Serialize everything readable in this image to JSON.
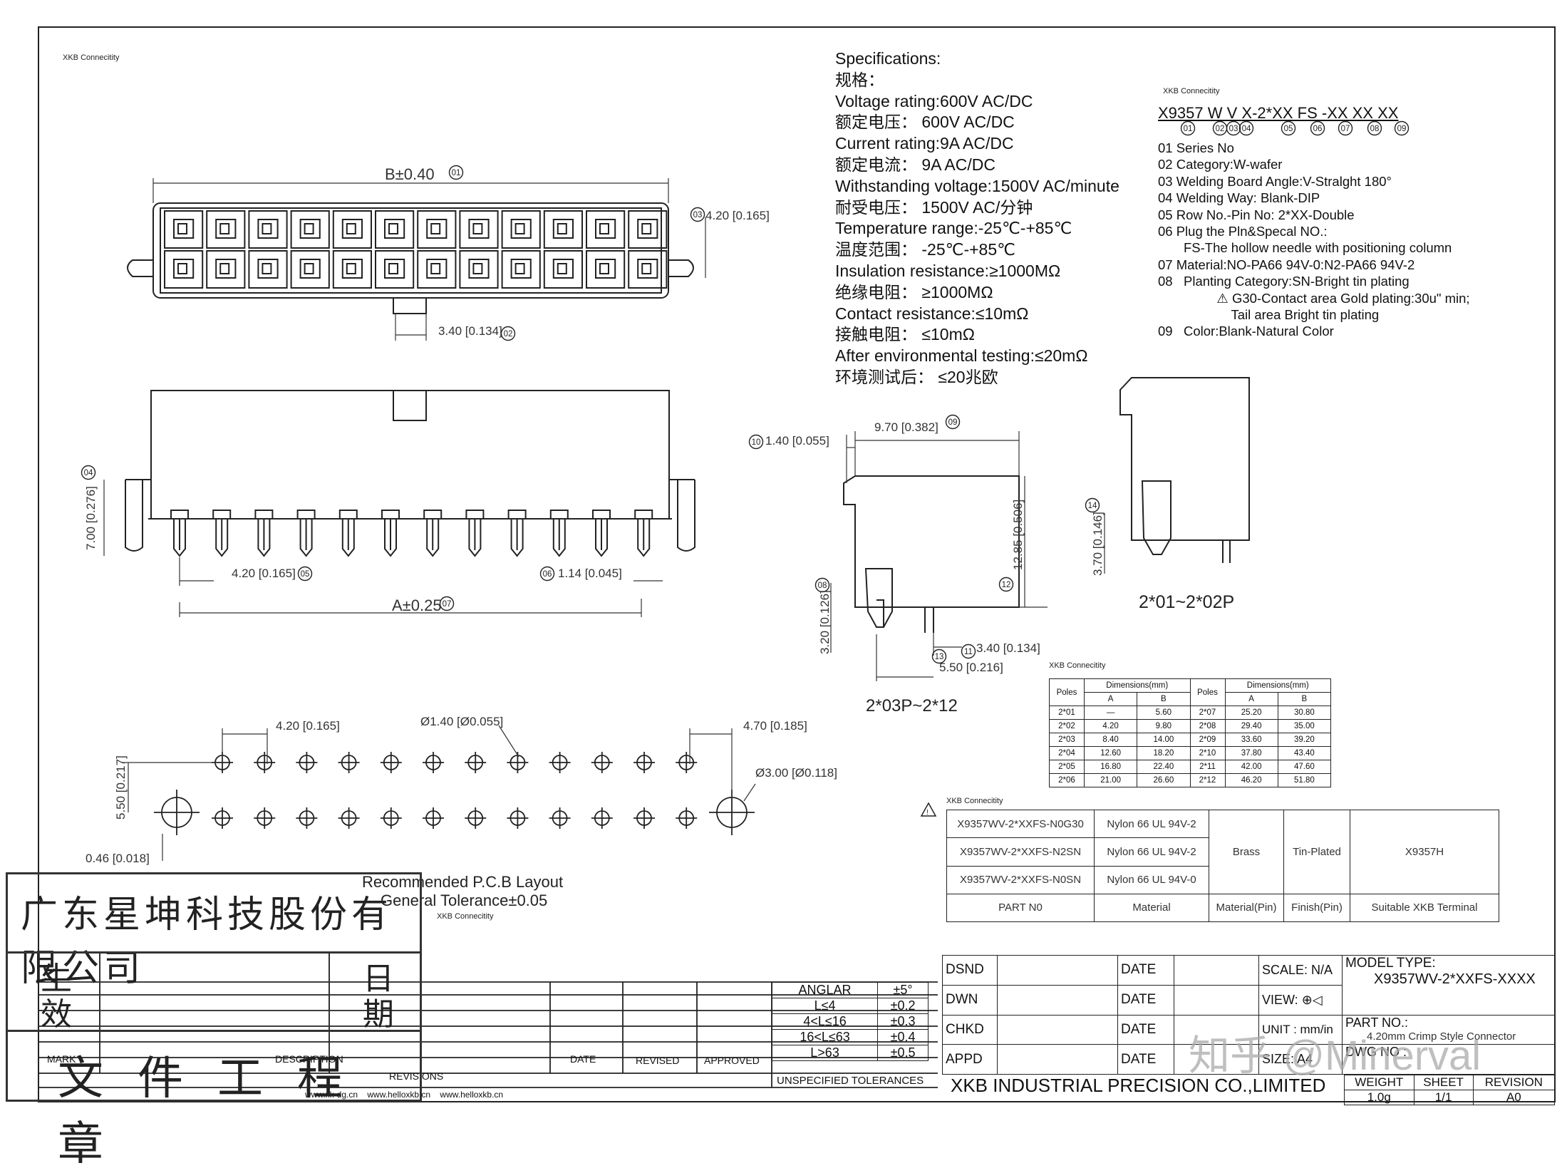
{
  "brand_small": "XKB  Connecitity",
  "specs": {
    "title": "Specifications:",
    "title_cn": "规格：",
    "lines": [
      "Voltage rating:600V AC/DC",
      "额定电压：  600V AC/DC",
      "Current rating:9A AC/DC",
      "额定电流：  9A AC/DC",
      "Withstanding voltage:1500V AC/minute",
      "耐受电压：  1500V AC/分钟",
      "Temperature range:-25℃-+85℃",
      "温度范围：  -25℃-+85℃",
      "Insulation resistance:≥1000MΩ",
      "绝缘电阻：  ≥1000MΩ",
      "Contact resistance:≤10mΩ",
      "接触电阻：  ≤10mΩ",
      "After environmental testing:≤20mΩ",
      "环境测试后：  ≤20兆欧"
    ]
  },
  "part_code": {
    "code": "X9357 W V X-2*XX FS -XX  XX XX",
    "items": [
      "01  Series No",
      "02  Category:W-wafer",
      "03  Welding Board Angle:V-Stralght 180°",
      "04  Welding Way: Blank-DIP",
      "05  Row No.-Pin No: 2*XX-Double",
      "06  Plug the Pln&Specal NO.:",
      "       FS-The hollow needle with positioning column",
      "07  Material:NO-PA66 94V-0:N2-PA66 94V-2",
      "08   Planting Category:SN-Bright tin plating",
      "                ⚠ G30-Contact area Gold plating:30u\" min;",
      "                    Tail area Bright tin plating",
      "09   Color:Blank-Natural Color"
    ]
  },
  "dims": {
    "b": "B±0.40",
    "d03": "4.20 [0.165]",
    "d02": "3.40 [0.134]",
    "d04": "7.00 [0.276]",
    "d05": "4.20 [0.165]",
    "d06": "1.14 [0.045]",
    "a": "A±0.25",
    "d10": "1.40 [0.055]",
    "d09": "9.70 [0.382]",
    "d12": "12.85 [0.506]",
    "d08": "3.20 [0.126]",
    "d11": "3.40 [0.134]",
    "d13": "5.50 [0.216]",
    "d14": "3.70 [0.146]",
    "pcb_pitch": "4.20 [0.165]",
    "pcb_hole": "Ø1.40 [Ø0.055]",
    "pcb_edge": "4.70 [0.185]",
    "pcb_peg": "Ø3.00 [Ø0.118]",
    "pcb_row": "5.50 [0.217]",
    "pcb_off": "0.46 [0.018]"
  },
  "labels": {
    "view_small": "2*01~2*02P",
    "view_side": "2*03P~2*12",
    "pcb_title": "Recommended P.C.B Layout",
    "tolerance": "General Tolerance±0.05"
  },
  "dim_table": {
    "header": [
      "Poles",
      "Dimensions(mm)",
      "A",
      "B"
    ],
    "left": [
      [
        "2*01",
        "—",
        "5.60"
      ],
      [
        "2*02",
        "4.20",
        "9.80"
      ],
      [
        "2*03",
        "8.40",
        "14.00"
      ],
      [
        "2*04",
        "12.60",
        "18.20"
      ],
      [
        "2*05",
        "16.80",
        "22.40"
      ],
      [
        "2*06",
        "21.00",
        "26.60"
      ]
    ],
    "right": [
      [
        "2*07",
        "25.20",
        "30.80"
      ],
      [
        "2*08",
        "29.40",
        "35.00"
      ],
      [
        "2*09",
        "33.60",
        "39.20"
      ],
      [
        "2*10",
        "37.80",
        "43.40"
      ],
      [
        "2*11",
        "42.00",
        "47.60"
      ],
      [
        "2*12",
        "46.20",
        "51.80"
      ]
    ]
  },
  "material_table": {
    "parts": [
      "X9357WV-2*XXFS-N0G30",
      "X9357WV-2*XXFS-N2SN",
      "X9357WV-2*XXFS-N0SN"
    ],
    "materials": [
      "Nylon 66 UL 94V-2",
      "Nylon 66 UL 94V-2",
      "Nylon 66 UL 94V-0"
    ],
    "pin": "Brass",
    "finish": "Tin-Plated",
    "terminal": "X9357H",
    "footer": [
      "PART  N0",
      "Material",
      "Material(Pin)",
      "Finish(Pin)",
      "Suitable XKB Terminal"
    ]
  },
  "tolerances": {
    "rows": [
      [
        "ANGLAR",
        "±5°"
      ],
      [
        "L≤4",
        "±0.2"
      ],
      [
        "4<L≤16",
        "±0.3"
      ],
      [
        "16<L≤63",
        "±0.4"
      ],
      [
        "L>63",
        "±0.5"
      ]
    ],
    "footer": "UNSPECIFIED TOLERANCES"
  },
  "revisions": {
    "cols": [
      "MARK",
      "DESCRIPTION",
      "DATE",
      "REVISED",
      "APPROVED"
    ],
    "footer": "REVISIONS",
    "urls": "www.xk-dg.cn    www.helloxkb.cn    www.helloxkb.cn"
  },
  "title_block": {
    "dsnd": "DSND",
    "dwn": "DWN",
    "chkd": "CHKD",
    "appd": "APPD",
    "date": "DATE",
    "scale": "SCALE: N/A",
    "view": "VIEW:",
    "unit": "UNIT : mm/in",
    "size": "SIZE: A4",
    "model_label": "MODEL TYPE:",
    "model": "X9357WV-2*XXFS-XXXX",
    "part_label": "PART NO.:",
    "part": "4.20mm Crimp Style Connector",
    "dwg_label": "DWG NO :",
    "company": "XKB INDUSTRIAL PRECISION CO.,LIMITED",
    "weight_label": "WEIGHT",
    "weight": "1.0g",
    "sheet_label": "SHEET",
    "sheet": "1/1",
    "rev_label": "REVISION",
    "rev": "A0"
  },
  "seal": {
    "company": "广东星坤科技股份有限公司",
    "sheng": "生",
    "xiao": "效",
    "ri": "日",
    "qi": "期",
    "doc": "文件工程章"
  },
  "watermark": "知乎 @Minerval"
}
